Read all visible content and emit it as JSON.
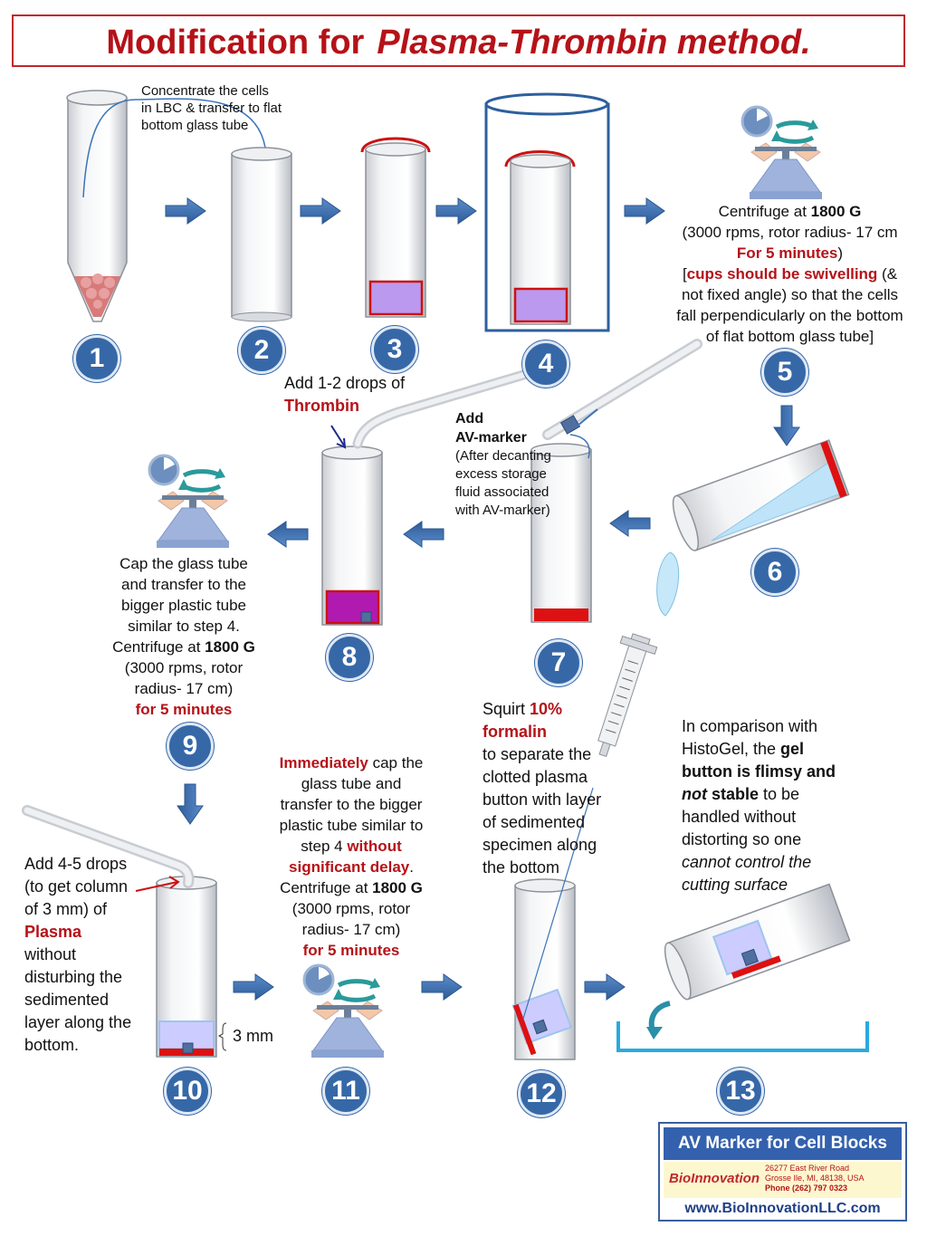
{
  "title": {
    "prefix": "Modification for",
    "method": "Plasma-Thrombin method."
  },
  "steps": [
    "1",
    "2",
    "3",
    "4",
    "5",
    "6",
    "7",
    "8",
    "9",
    "10",
    "11",
    "12",
    "13"
  ],
  "labels": {
    "concentrate": [
      "Concentrate the cells",
      "in LBC & transfer to flat",
      "bottom glass tube"
    ],
    "centrifuge5": {
      "l1a": "Centrifuge at ",
      "l1b": "1800 G",
      "l2": "(3000 rpms, rotor radius- 17 cm",
      "l3": "For 5 minutes",
      "l3b": ")",
      "l4a": "[",
      "l4b": "cups should be swivelling",
      "l4c": " (&",
      "l5": "not fixed angle) so that the cells",
      "l6": "fall perpendicularly on the bottom",
      "l7": "of flat bottom glass tube]"
    },
    "thrombin": {
      "l1": "Add 1-2 drops of",
      "l2": "Thrombin"
    },
    "avmarker": {
      "l1": "Add",
      "l2": "AV-marker",
      "l3": "(After decanting",
      "l4": "excess storage",
      "l5": "fluid associated",
      "l6": "with AV-marker)"
    },
    "step9": {
      "l1": "Cap the glass tube",
      "l2": "and transfer to the",
      "l3": "bigger plastic tube",
      "l4": "similar to step 4.",
      "l5a": "Centrifuge at ",
      "l5b": "1800 G",
      "l6": "(3000 rpms, rotor",
      "l7": "radius- 17 cm)",
      "l8": "for 5 minutes"
    },
    "formalin": {
      "l1a": "Squirt ",
      "l1b": "10%",
      "l2": "formalin",
      "l3": "to separate the",
      "l4": "clotted plasma",
      "l5": "button with layer",
      "l6": "of sedimented",
      "l7": "specimen along",
      "l8": "the bottom"
    },
    "comparison": {
      "l1": "In comparison with",
      "l2a": "HistoGel, the ",
      "l2b": "gel",
      "l3": "button is flimsy and",
      "l4a": "not",
      "l4b": " stable",
      "l4c": " to be",
      "l5": "handled without",
      "l6": "distorting so one",
      "l7": "cannot control the",
      "l8": "cutting surface"
    },
    "immediately": {
      "l1a": "Immediately",
      "l1b": " cap the",
      "l2": "glass tube and",
      "l3": "transfer to the bigger",
      "l4": "plastic tube similar to",
      "l5a": "step 4 ",
      "l5b": "without",
      "l6a": "significant delay",
      "l6b": ".",
      "l7a": "Centrifuge at ",
      "l7b": "1800 G",
      "l8": "(3000 rpms, rotor",
      "l9": "radius- 17 cm)",
      "l10": "for 5 minutes"
    },
    "plasma": {
      "l1": "Add 4-5 drops",
      "l2": "(to get column",
      "l3": "of 3 mm) of",
      "l4": "Plasma",
      "l5": "without",
      "l6": "disturbing the",
      "l7": "sedimented",
      "l8": "layer along the",
      "l9": "bottom."
    },
    "three_mm": "3 mm"
  },
  "logo": {
    "title": "AV Marker for Cell Blocks",
    "company": "BioInnovation",
    "address1": "26277 East River Road",
    "address2": "Grosse Ile, MI, 48138, USA",
    "phone": "Phone (262) 797 0323",
    "url": "www.BioInnovationLLC.com"
  },
  "colors": {
    "title": "#b51218",
    "badge": "#3668a8",
    "arrow": "#3f6fae",
    "cap": "#cc1111",
    "pellet": "#bb99ee",
    "cyan": "#2aa9e0"
  }
}
